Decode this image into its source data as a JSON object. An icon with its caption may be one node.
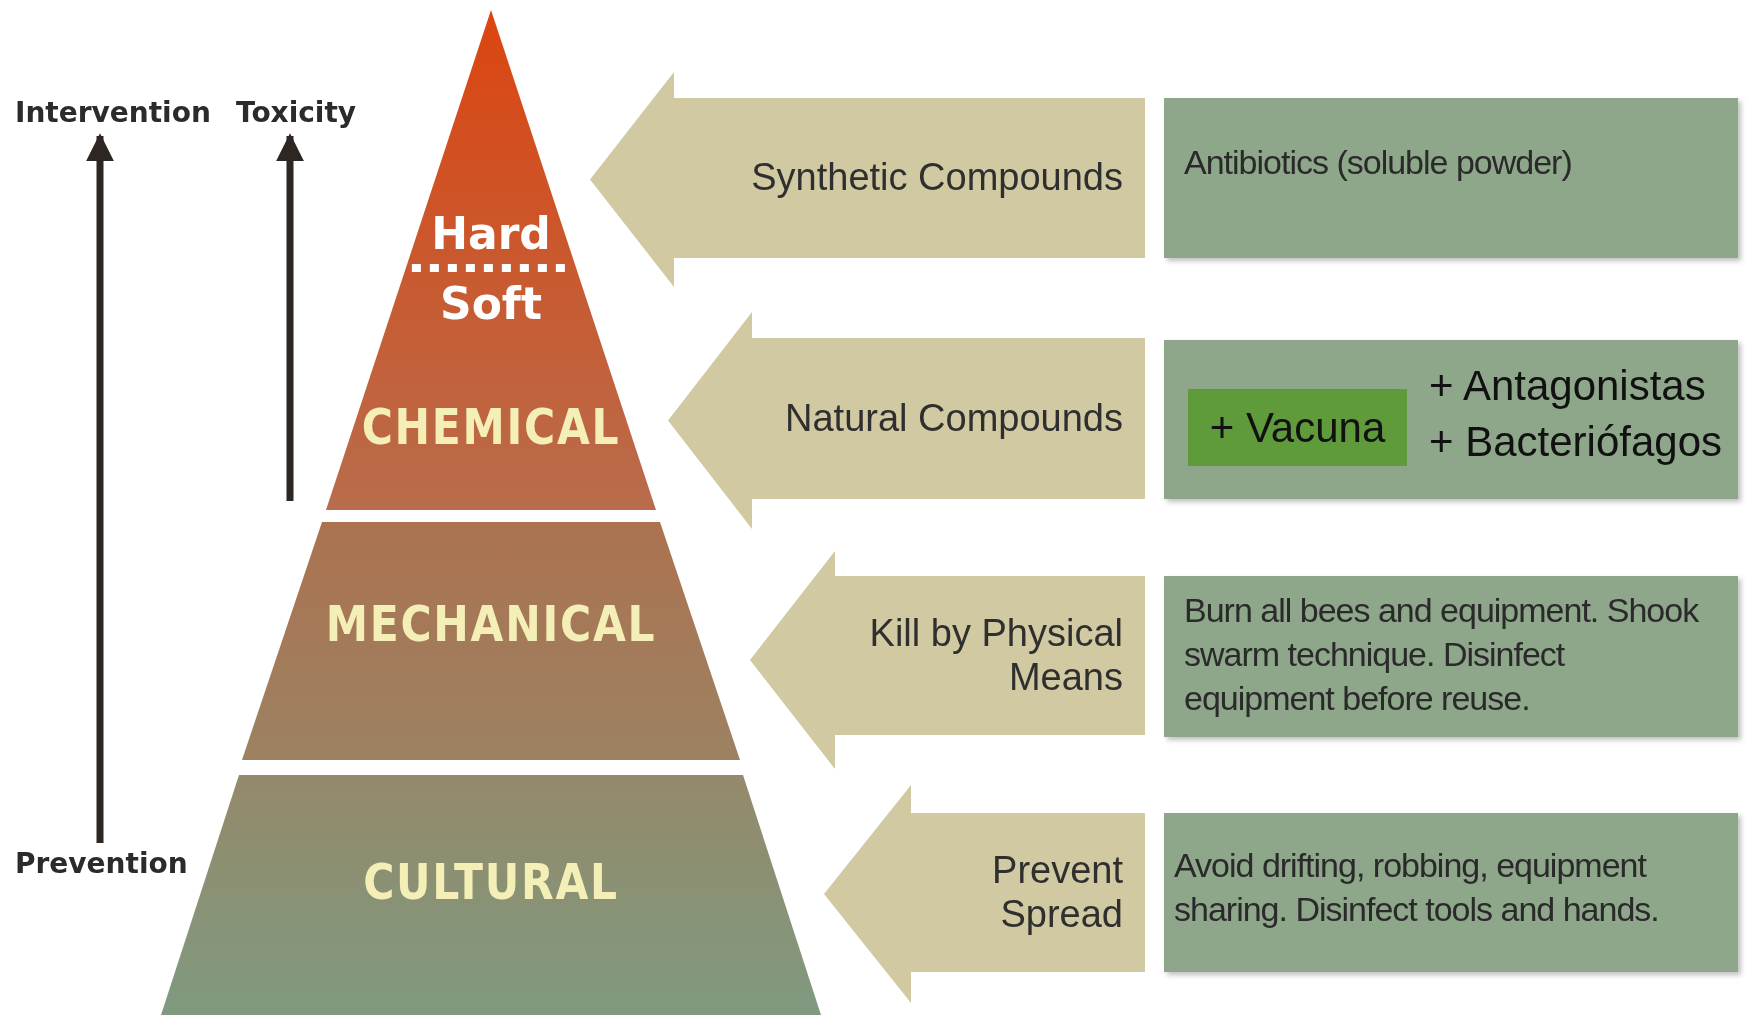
{
  "diagram": {
    "nodes": [
      {
        "text": [
          "Hard",
          "Soft",
          "CHEMICAL"
        ]
      },
      {
        "text": [
          "MECHANICAL"
        ]
      },
      {
        "text": [
          "CULTURAL"
        ]
      },
      {
        "text": [
          "Synthetic Compounds"
        ]
      },
      {
        "text": [
          "Antibiotics (soluble powder)"
        ]
      },
      {
        "text": [
          "Natural Compounds"
        ]
      },
      {
        "text": [
          "+ Antagonistas",
          "+ Bacteriófagos"
        ]
      },
      {
        "text": [
          "+ Vacuna"
        ],
        "in": 6
      },
      {
        "text": [
          "Kill by Physical Means"
        ]
      },
      {
        "text": [
          "Burn all bees and equipment. Shook swarm technique. Disinfect equipment before reuse."
        ]
      },
      {
        "text": [
          "Prevent Spread"
        ]
      },
      {
        "text": [
          "Avoid drifting, robbing, equipment sharing. Disinfect tools and hands."
        ]
      },
      {
        "text": [
          "Intervention"
        ]
      },
      {
        "text": [
          "Toxicity"
        ]
      },
      {
        "text": [
          "Prevention"
        ]
      }
    ],
    "edges": [
      {
        "from": 14,
        "to": 12,
        "arrow": "to"
      },
      {
        "from": null,
        "to": 13,
        "arrow": "to"
      }
    ]
  }
}
